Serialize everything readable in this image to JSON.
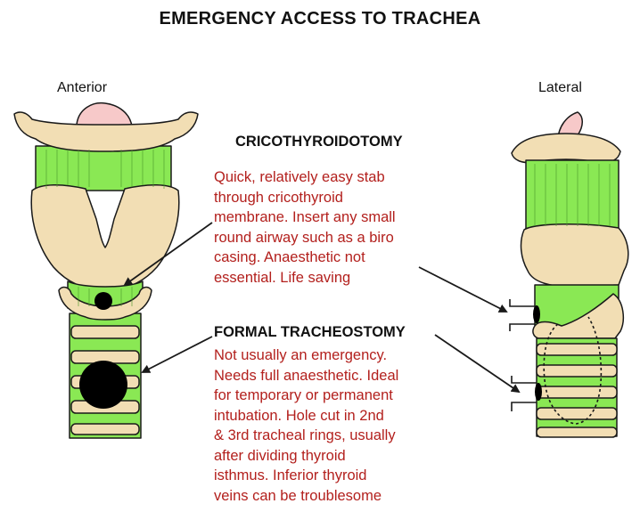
{
  "title": "EMERGENCY ACCESS TO TRACHEA",
  "views": {
    "anterior": "Anterior",
    "lateral": "Lateral"
  },
  "cricothyroidotomy": {
    "heading": "CRICOTHYROIDOTOMY",
    "lines": [
      "Quick, relatively easy stab",
      "through cricothyroid",
      "membrane.  Insert any small",
      "round airway such as a biro",
      "casing.  Anaesthetic not",
      "essential.  Life saving"
    ]
  },
  "tracheostomy": {
    "heading": "FORMAL TRACHEOSTOMY",
    "lines": [
      "Not usually an emergency.",
      "Needs full anaesthetic.  Ideal",
      "for temporary or permanent",
      "intubation.  Hole cut in 2nd",
      "& 3rd tracheal rings, usually",
      "after dividing thyroid",
      "isthmus.  Inferior thyroid",
      "veins can be troublesome"
    ]
  },
  "colors": {
    "cartilage": "#f2deb4",
    "membrane": "#8ae854",
    "epiglottis": "#f7c9c9",
    "text_red": "#b3201d",
    "outline": "#1a1a1a"
  }
}
